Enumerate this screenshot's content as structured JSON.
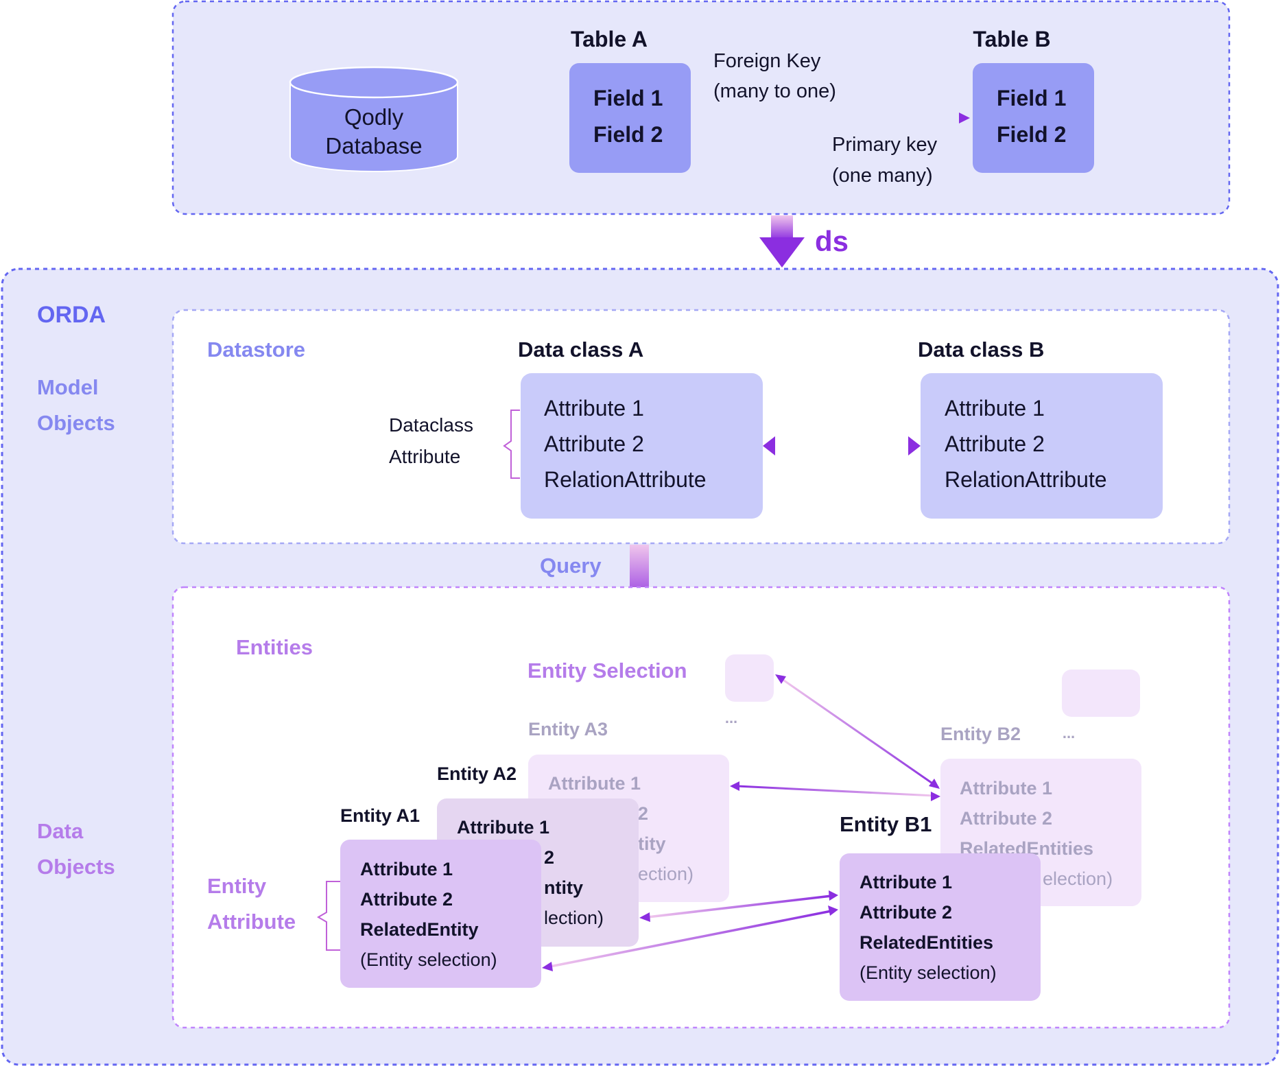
{
  "colors": {
    "panel_fill": "#e6e7fb",
    "panel_border": "#6366f1",
    "inner_border_blue": "#a5a8f5",
    "inner_border_purple": "#c084fc",
    "field_box": "#979cf5",
    "class_box": "#c9cbfa",
    "entity_box": "#dcc3f5",
    "entity_box_mid": "#e8d8f6",
    "entity_box_light": "#f3e6fb",
    "arrow_purple": "#8b2ee0",
    "text_dark": "#12122a",
    "label_blue": "#6366f1",
    "label_purple": "#b57cea",
    "faded_text": "#a9a3c2"
  },
  "top": {
    "database": {
      "line1": "Qodly",
      "line2": "Database"
    },
    "table_a": {
      "title": "Table A",
      "field1": "Field 1",
      "field2": "Field 2"
    },
    "table_b": {
      "title": "Table B",
      "field1": "Field 1",
      "field2": "Field 2"
    },
    "foreign_key": {
      "line1": "Foreign Key",
      "line2": "(many to one)"
    },
    "primary_key": {
      "line1": "Primary key",
      "line2": "(one many)"
    }
  },
  "ds_label": "ds",
  "orda": {
    "title": "ORDA",
    "model_label": {
      "line1": "Model",
      "line2": "Objects"
    },
    "data_label": {
      "line1": "Data",
      "line2": "Objects"
    },
    "datastore": "Datastore",
    "dataclass_attr": {
      "line1": "Dataclass",
      "line2": "Attribute"
    },
    "class_a": {
      "title": "Data class A",
      "attr1": "Attribute 1",
      "attr2": "Attribute 2",
      "attr3": "RelationAttribute"
    },
    "class_b": {
      "title": "Data class B",
      "attr1": "Attribute 1",
      "attr2": "Attribute 2",
      "attr3": "RelationAttribute"
    },
    "query": "Query",
    "entities": "Entities",
    "entity_selection": "Entity Selection",
    "ellipsis": "...",
    "entity_attr": {
      "line1": "Entity",
      "line2": "Attribute"
    },
    "entity_a1": {
      "title": "Entity A1",
      "attr1": "Attribute 1",
      "attr2": "Attribute 2",
      "attr3": "RelatedEntity",
      "attr4": "(Entity selection)"
    },
    "entity_a2": {
      "title": "Entity A2",
      "attr1": "Attribute 1",
      "attr2": "2",
      "attr3": "ntity",
      "attr4": "lection)"
    },
    "entity_a3": {
      "title": "Entity A3",
      "attr1": "Attribute 1",
      "attr2": "2",
      "attr3": "tity",
      "attr4": "ection)"
    },
    "entity_b1": {
      "title": "Entity B1",
      "attr1": "Attribute 1",
      "attr2": "Attribute 2",
      "attr3": "RelatedEntities",
      "attr4": "(Entity selection)"
    },
    "entity_b2": {
      "title": "Entity B2",
      "attr1": "Attribute 1",
      "attr2": "Attribute 2",
      "attr3": "RelatedEntities",
      "attr4": "election)"
    }
  }
}
